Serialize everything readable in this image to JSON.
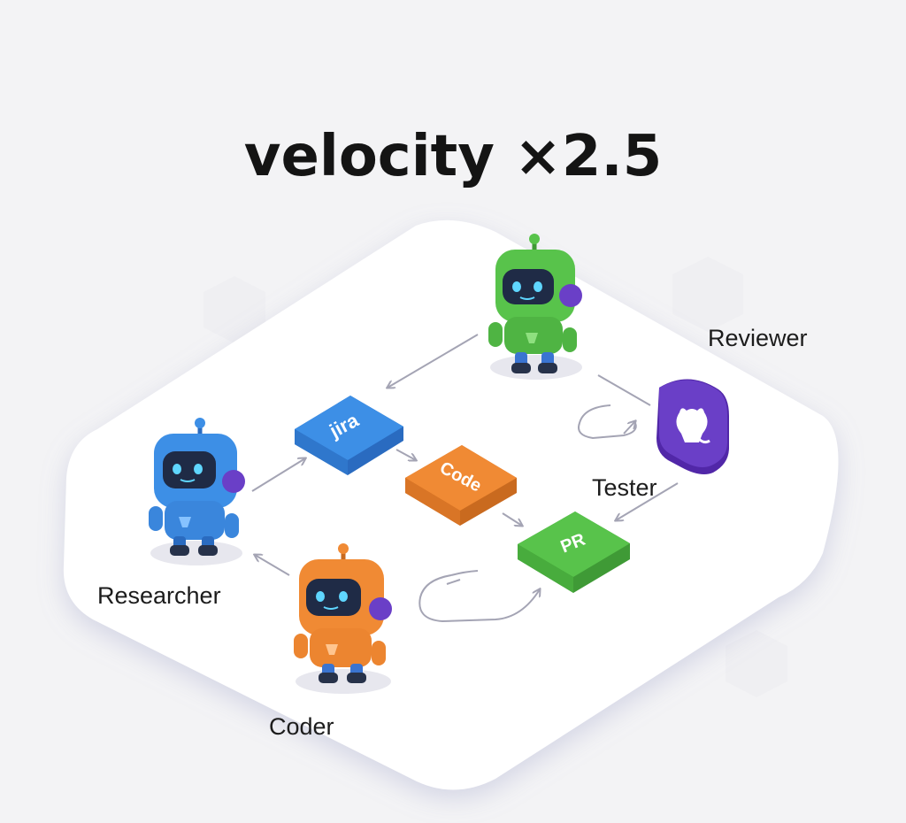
{
  "title": "velocity ×2.5",
  "nodes": {
    "jira": "jira",
    "code": "Code",
    "pr": "PR"
  },
  "agents": {
    "researcher": {
      "label": "Researcher",
      "color": "#3d8fe6"
    },
    "coder": {
      "label": "Coder",
      "color": "#f08a34"
    },
    "tester": {
      "label": "Tester",
      "color": "#5bc24a"
    },
    "reviewer": {
      "label": "Reviewer",
      "color": "#6a3fc7"
    }
  },
  "colors": {
    "jira": "#3d8fe6",
    "code": "#f08a34",
    "pr": "#55c04a",
    "reviewer_icon": "#6a3fc7",
    "arrow": "#a4a4b4"
  },
  "icons": {
    "reviewer": "github-octocat-icon",
    "loop": "refresh-loop-icon"
  }
}
